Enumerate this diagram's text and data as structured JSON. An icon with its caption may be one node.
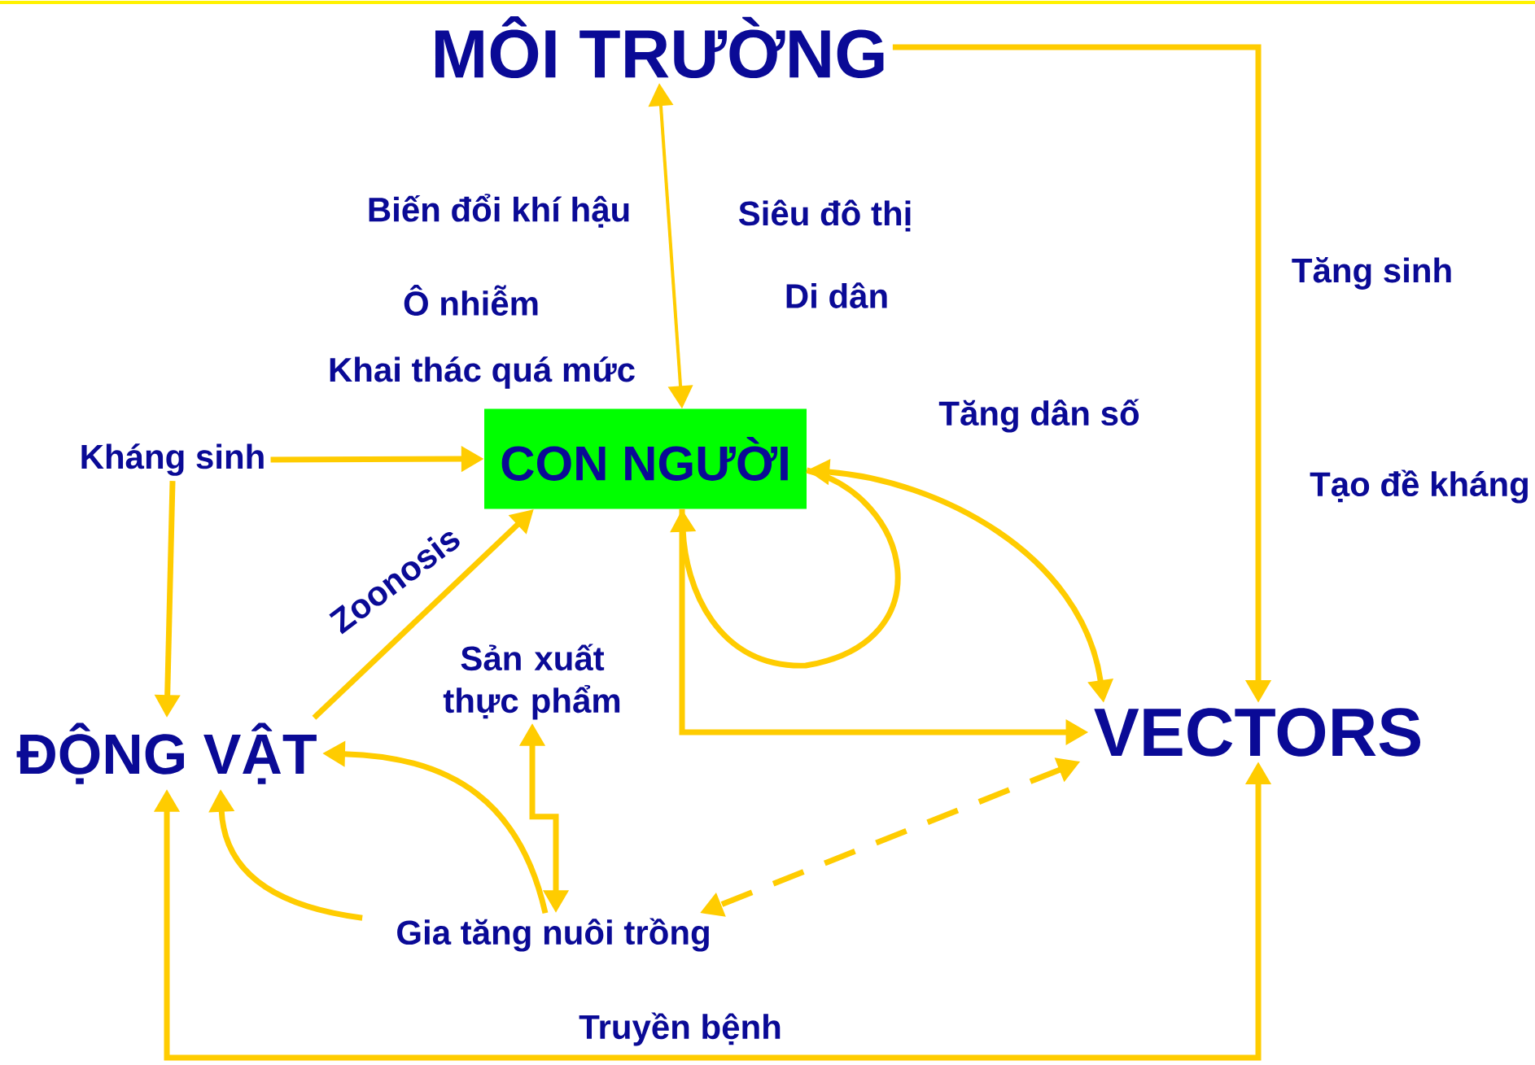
{
  "diagram": {
    "nodes": [
      {
        "text": [
          "MÔI TRƯỜNG"
        ]
      },
      {
        "text": [
          "CON NGƯỜI"
        ]
      },
      {
        "text": [
          "Kháng sinh"
        ]
      },
      {
        "text": [
          "ĐỘNG VẬT"
        ]
      },
      {
        "text": [
          "VECTORS"
        ]
      },
      {
        "text": [
          "Sản xuất thực phẩm"
        ]
      },
      {
        "text": [
          "Gia tăng nuôi trồng"
        ]
      }
    ],
    "edges": [
      {
        "from": 0,
        "to": 1,
        "arrow": "both"
      },
      {
        "from": 0,
        "to": 4,
        "arrow": "to"
      },
      {
        "from": 2,
        "to": 1,
        "arrow": "to"
      },
      {
        "from": 2,
        "to": 3,
        "arrow": "to"
      },
      {
        "from": 3,
        "to": 1,
        "arrow": "to",
        "label": "Zoonosis"
      },
      {
        "from": 1,
        "to": 4,
        "arrow": "both"
      },
      {
        "from": 1,
        "to": 1,
        "arrow": "to"
      },
      {
        "from": 1,
        "to": 4,
        "arrow": "to"
      },
      {
        "from": 4,
        "to": 6,
        "arrow": "both",
        "style": "dashed"
      },
      {
        "from": 6,
        "to": 3,
        "arrow": "to"
      },
      {
        "from": 5,
        "to": 6,
        "arrow": "both"
      },
      {
        "from": 6,
        "to": 3,
        "arrow": "to"
      },
      {
        "from": 4,
        "to": 3,
        "arrow": "both",
        "label": "Truyền bệnh"
      }
    ],
    "labels": [
      "Biến đổi khí hậu",
      "Siêu đô thị",
      "Tăng sinh",
      "Ô nhiễm",
      "Di dân",
      "Khai thác quá mức",
      "Tăng dân số",
      "Tạo đề kháng"
    ]
  }
}
